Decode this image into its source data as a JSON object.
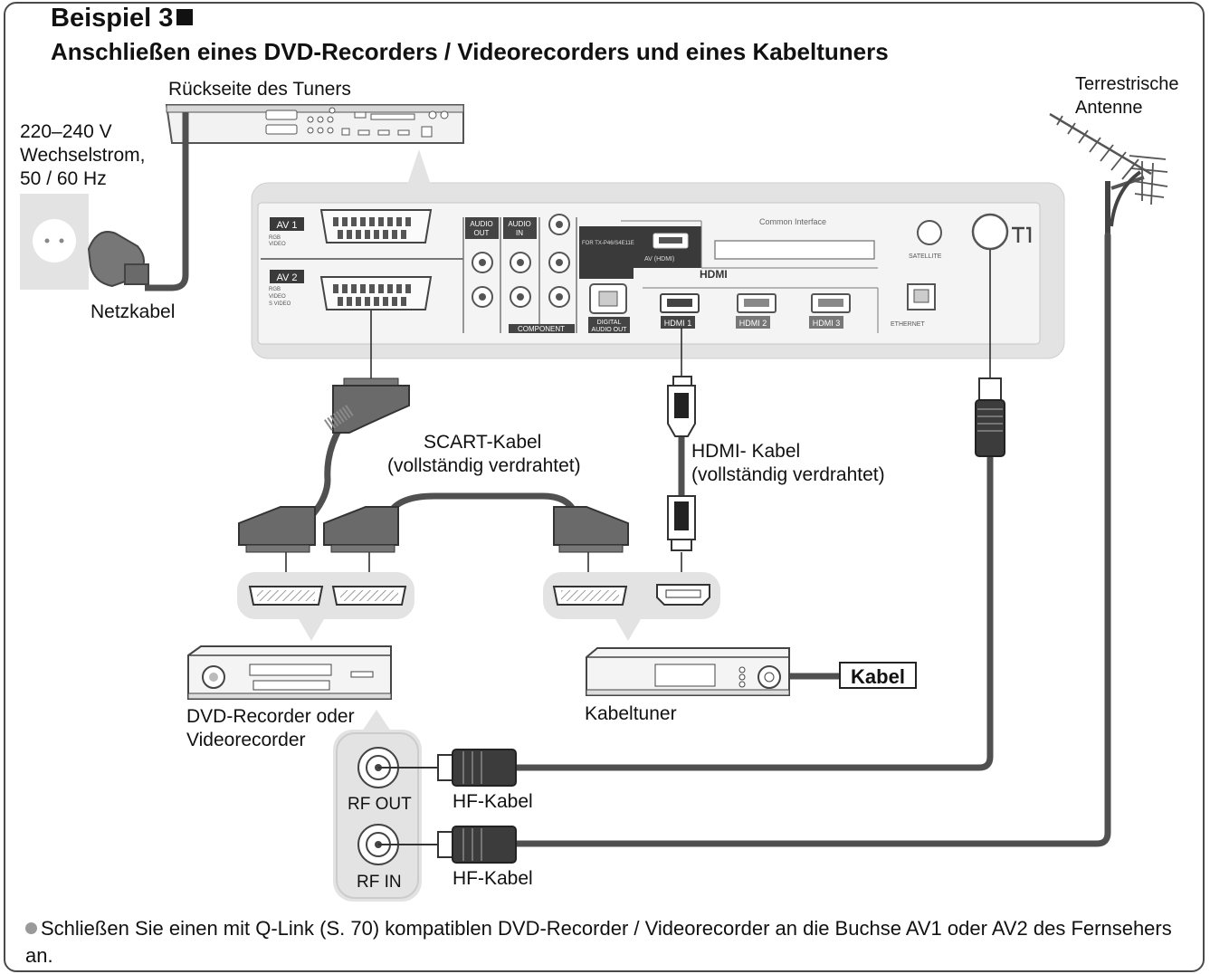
{
  "header": {
    "title": "Beispiel 3",
    "subtitle": "Anschließen eines DVD-Recorders / Videorecorders und eines Kabeltuners"
  },
  "labels": {
    "tuner_back": "Rückseite des Tuners",
    "power_line1": "220–240 V",
    "power_line2": "Wechselstrom,",
    "power_line3": "50 / 60 Hz",
    "power_cable": "Netzkabel",
    "antenna_line1": "Terrestrische",
    "antenna_line2": "Antenne",
    "scart_line1": "SCART-Kabel",
    "scart_line2": "(vollständig verdrahtet)",
    "hdmi_line1": "HDMI- Kabel",
    "hdmi_line2": "(vollständig verdrahtet)",
    "dvd_line1": "DVD-Recorder oder",
    "dvd_line2": "Videorecorder",
    "cable_tuner": "Kabeltuner",
    "kabel": "Kabel",
    "rf_out": "RF OUT",
    "rf_in": "RF IN",
    "hf_cable_1": "HF-Kabel",
    "hf_cable_2": "HF-Kabel"
  },
  "panel": {
    "av1": "AV 1",
    "av1_sub": "RGB\nVIDEO",
    "av2": "AV 2",
    "av2_sub": "RGB\nVIDEO\nS VIDEO",
    "audio_out": "AUDIO\nOUT",
    "audio_in": "AUDIO\nIN",
    "component": "COMPONENT",
    "digital_audio_out": "DIGITAL\nAUDIO OUT",
    "av_hdmi": "AV (HDMI)",
    "for_av_label": "FOR TX-P46/S4E11E",
    "hdmi_logo": "HDMI",
    "hdmi1": "HDMI 1",
    "hdmi2": "HDMI 2",
    "hdmi3": "HDMI 3",
    "common_interface": "Common Interface",
    "satellite": "SATELLITE",
    "ethernet": "ETHERNET"
  },
  "footnote": {
    "text": "Schließen Sie einen mit Q-Link (S. 70) kompatiblen DVD-Recorder / Videorecorder an die Buchse AV1 oder AV2 des Fernsehers an."
  },
  "colors": {
    "panel_bg": "#e3e3e3",
    "cable": "#505050",
    "plug_dark": "#3c3c3c",
    "label_dark": "#3a3a3a"
  }
}
